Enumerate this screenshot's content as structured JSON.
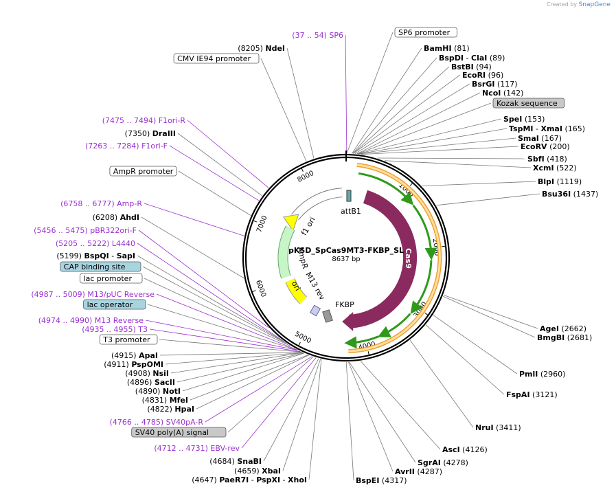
{
  "credit": {
    "prefix": "Created by",
    "brand": "SnapGene"
  },
  "center": {
    "name": "pKSD_SpCas9MT3-FKBP_SL",
    "length": "8637 bp"
  },
  "ticks": [
    "1000",
    "2000",
    "3000",
    "4000",
    "5000",
    "6000",
    "7000",
    "8000"
  ],
  "features": {
    "attB1": "attB1",
    "cas9": "Cas9",
    "fkbp": "FKBP",
    "f1ori": "f1 ori",
    "ampr": "AmpR",
    "ori": "ori",
    "m13rev": "M13 rev"
  },
  "labels": [
    {
      "pos": "(37 .. 54)",
      "name": "SP6",
      "purple": true
    },
    {
      "box": "SP6 promoter"
    },
    {
      "name": "BamHI",
      "pos": "(81)"
    },
    {
      "name": "BspDI",
      "sep": "-",
      "name2": "ClaI",
      "pos": "(89)"
    },
    {
      "name": "BstBI",
      "pos": "(94)"
    },
    {
      "name": "EcoRI",
      "pos": "(96)"
    },
    {
      "name": "BsrGI",
      "pos": "(117)"
    },
    {
      "name": "NcoI",
      "pos": "(142)"
    },
    {
      "box": "Kozak sequence",
      "fill": "gray"
    },
    {
      "name": "SpeI",
      "pos": "(153)"
    },
    {
      "name": "TspMI",
      "sep": "-",
      "name2": "XmaI",
      "pos": "(165)"
    },
    {
      "name": "SmaI",
      "pos": "(167)"
    },
    {
      "name": "EcoRV",
      "pos": "(200)"
    },
    {
      "name": "SbfI",
      "pos": "(418)"
    },
    {
      "name": "XcmI",
      "pos": "(522)"
    },
    {
      "name": "BlpI",
      "pos": "(1119)"
    },
    {
      "name": "Bsu36I",
      "pos": "(1437)"
    },
    {
      "name": "AgeI",
      "pos": "(2662)"
    },
    {
      "name": "BmgBI",
      "pos": "(2681)"
    },
    {
      "name": "PmlI",
      "pos": "(2960)"
    },
    {
      "name": "FspAI",
      "pos": "(3121)"
    },
    {
      "name": "NruI",
      "pos": "(3411)"
    },
    {
      "name": "AscI",
      "pos": "(4126)"
    },
    {
      "name": "SgrAI",
      "pos": "(4278)"
    },
    {
      "name": "AvrII",
      "pos": "(4287)"
    },
    {
      "name": "BspEI",
      "pos": "(4317)"
    },
    {
      "pos": "(8205)",
      "name": "NdeI"
    },
    {
      "box": "CMV IE94 promoter"
    },
    {
      "pos": "(7475 .. 7494)",
      "name": "F1ori-R",
      "purple": true
    },
    {
      "pos": "(7350)",
      "name": "DraIII"
    },
    {
      "pos": "(7263 .. 7284)",
      "name": "F1ori-F",
      "purple": true
    },
    {
      "box": "AmpR promoter"
    },
    {
      "pos": "(6758 .. 6777)",
      "name": "Amp-R",
      "purple": true
    },
    {
      "pos": "(6208)",
      "name": "AhdI"
    },
    {
      "pos": "(5456 .. 5475)",
      "name": "pBR322ori-F",
      "purple": true
    },
    {
      "pos": "(5205 .. 5222)",
      "name": "L4440",
      "purple": true
    },
    {
      "pos": "(5199)",
      "name": "BspQI",
      "sep": "-",
      "name2": "SapI"
    },
    {
      "box": "CAP binding site",
      "fill": "teal"
    },
    {
      "box": "lac promoter"
    },
    {
      "pos": "(4987 .. 5009)",
      "name": "M13/pUC Reverse",
      "purple": true
    },
    {
      "box": "lac operator",
      "fill": "teal"
    },
    {
      "pos": "(4974 .. 4990)",
      "name": "M13 Reverse",
      "purple": true
    },
    {
      "pos": "(4935 .. 4955)",
      "name": "T3",
      "purple": true
    },
    {
      "box": "T3 promoter"
    },
    {
      "pos": "(4915)",
      "name": "ApaI"
    },
    {
      "pos": "(4911)",
      "name": "PspOMI"
    },
    {
      "pos": "(4908)",
      "name": "NsiI"
    },
    {
      "pos": "(4896)",
      "name": "SacII"
    },
    {
      "pos": "(4890)",
      "name": "NotI"
    },
    {
      "pos": "(4831)",
      "name": "MfeI"
    },
    {
      "pos": "(4822)",
      "name": "HpaI"
    },
    {
      "pos": "(4766 .. 4785)",
      "name": "SV40pA-R",
      "purple": true
    },
    {
      "box": "SV40 poly(A) signal",
      "fill": "gray"
    },
    {
      "pos": "(4712 .. 4731)",
      "name": "EBV-rev",
      "purple": true
    },
    {
      "pos": "(4684)",
      "name": "SnaBI"
    },
    {
      "pos": "(4659)",
      "name": "XbaI"
    },
    {
      "pos": "(4647)",
      "name": "PaeR7I",
      "sep": "-",
      "name2": "PspXI",
      "sep2": "-",
      "name3": "XhoI"
    }
  ],
  "colors": {
    "cas9": "#8b2a5e",
    "orange": "#f0a030",
    "green": "#2f9a1a",
    "yellow": "#ffff00",
    "mint": "#c8f5c8",
    "purple": "#9a2fd0"
  }
}
